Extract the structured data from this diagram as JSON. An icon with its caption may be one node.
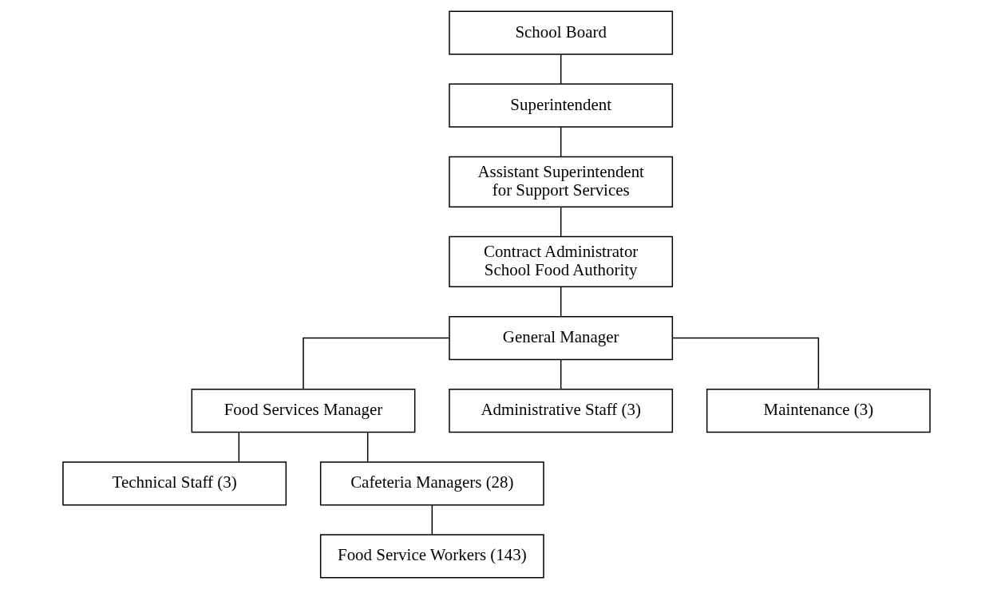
{
  "diagram": {
    "nodes": [
      {
        "text": [
          "School Board"
        ]
      },
      {
        "text": [
          "Superintendent"
        ]
      },
      {
        "text": [
          "Assistant Superintendent for Support Services"
        ]
      },
      {
        "text": [
          "Contract Administrator School Food Authority"
        ]
      },
      {
        "text": [
          "General Manager"
        ]
      },
      {
        "text": [
          "Food Services Manager"
        ]
      },
      {
        "text": [
          "Administrative Staff (3)"
        ]
      },
      {
        "text": [
          "Maintenance (3)"
        ]
      },
      {
        "text": [
          "Technical Staff (3)"
        ]
      },
      {
        "text": [
          "Cafeteria Managers (28)"
        ]
      },
      {
        "text": [
          "Food Service Workers (143)"
        ]
      }
    ],
    "edges": [
      {
        "from": 0,
        "to": 1,
        "arrow": "none"
      },
      {
        "from": 1,
        "to": 2,
        "arrow": "none"
      },
      {
        "from": 2,
        "to": 3,
        "arrow": "none"
      },
      {
        "from": 3,
        "to": 4,
        "arrow": "none"
      },
      {
        "from": 4,
        "to": 5,
        "arrow": "none"
      },
      {
        "from": 4,
        "to": 6,
        "arrow": "none"
      },
      {
        "from": 4,
        "to": 7,
        "arrow": "none"
      },
      {
        "from": 5,
        "to": 8,
        "arrow": "none"
      },
      {
        "from": 5,
        "to": 9,
        "arrow": "none"
      },
      {
        "from": 9,
        "to": 10,
        "arrow": "none"
      }
    ]
  }
}
